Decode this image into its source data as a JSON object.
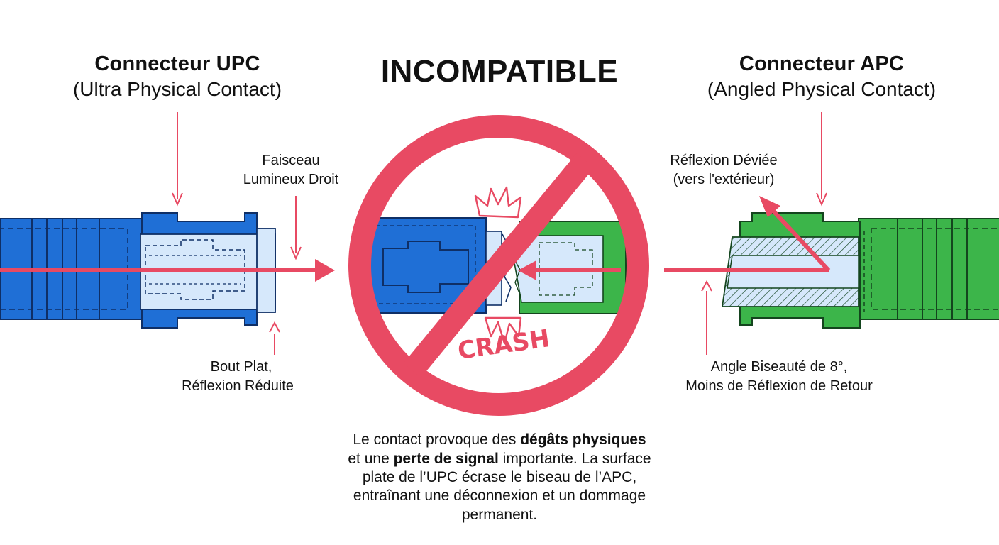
{
  "left_connector": {
    "title": "Connecteur UPC",
    "subtitle": "(Ultra Physical Contact)",
    "label_beam_line1": "Faisceau",
    "label_beam_line2": "Lumineux Droit",
    "label_tip_line1": "Bout Plat,",
    "label_tip_line2": "Réflexion Réduite"
  },
  "center": {
    "title": "INCOMPATIBLE",
    "crash_text": "CRASH",
    "description": {
      "line1_normal": "Le contact provoque des ",
      "line1_bold": "dégâts physiques",
      "line2_normal_a": "et une ",
      "line2_bold": "perte de signal",
      "line2_normal_b": " importante. La surface",
      "line3": "plate de l’UPC écrase le biseau de l’APC,",
      "line4": "entraînant une déconnexion et un dommage",
      "line5": "permanent."
    }
  },
  "right_connector": {
    "title": "Connecteur APC",
    "subtitle": "(Angled Physical Contact)",
    "label_reflection_line1": "Réflexion Déviée",
    "label_reflection_line2": "(vers l'extérieur)",
    "label_angle_line1": "Angle Biseauté de 8°,",
    "label_angle_line2": "Moins de Réflexion de Retour"
  },
  "colors": {
    "upc_blue": "#1f6fd6",
    "apc_green": "#3cb54a",
    "warning_red": "#e84a63",
    "ferrule_light": "#d6e8fb"
  },
  "icons": [
    "prohibition-icon",
    "collision-burst-icon",
    "arrow-icon"
  ]
}
